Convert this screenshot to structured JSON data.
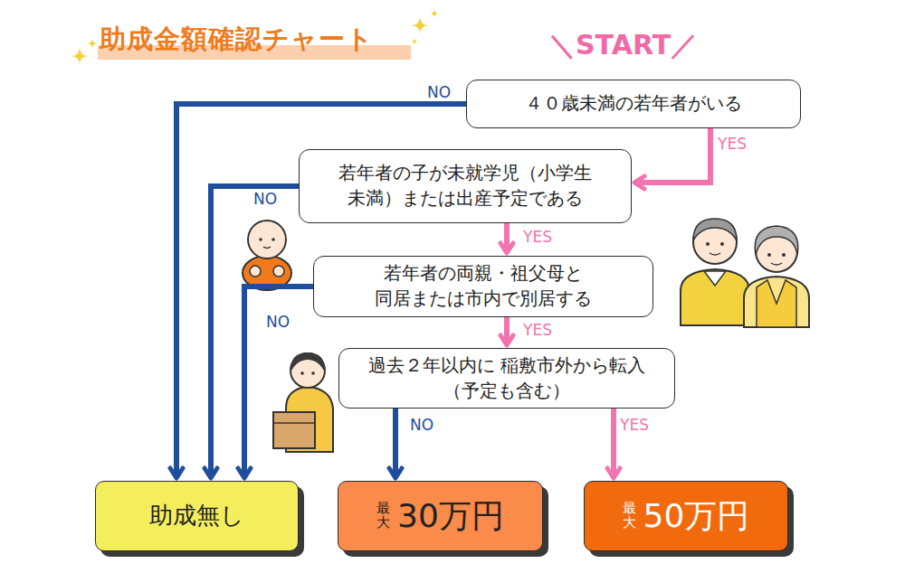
{
  "diagram": {
    "title": "助成金額確認チャート",
    "nodes": [
      {
        "text": [
          "４０歳未満の若年者がいる"
        ]
      },
      {
        "text": [
          "若年者の子が未就学児（小学生 未満）または出産予定である"
        ]
      },
      {
        "text": [
          "若年者の両親・祖父母と 同居または市内で別居する"
        ]
      },
      {
        "text": [
          "過去２年以内に 稲敷市外から転入（予定も含む）"
        ]
      },
      {
        "text": [
          "助成無し"
        ]
      },
      {
        "text": [
          "最大",
          "30万円"
        ]
      },
      {
        "text": [
          "最大",
          "50万円"
        ]
      }
    ],
    "edges": [
      {
        "from": 0,
        "to": 4,
        "label": "NO",
        "arrow": "to"
      },
      {
        "from": 0,
        "to": 1,
        "label": "YES",
        "arrow": "to"
      },
      {
        "from": 1,
        "to": 4,
        "label": "NO",
        "arrow": "to"
      },
      {
        "from": 1,
        "to": 2,
        "label": "YES",
        "arrow": "to"
      },
      {
        "from": 2,
        "to": 4,
        "label": "NO",
        "arrow": "to"
      },
      {
        "from": 2,
        "to": 3,
        "label": "YES",
        "arrow": "to"
      },
      {
        "from": 3,
        "to": 5,
        "label": "NO",
        "arrow": "to"
      },
      {
        "from": 3,
        "to": 6,
        "label": "YES",
        "arrow": "to"
      }
    ],
    "labels": [
      "＼START／"
    ]
  }
}
